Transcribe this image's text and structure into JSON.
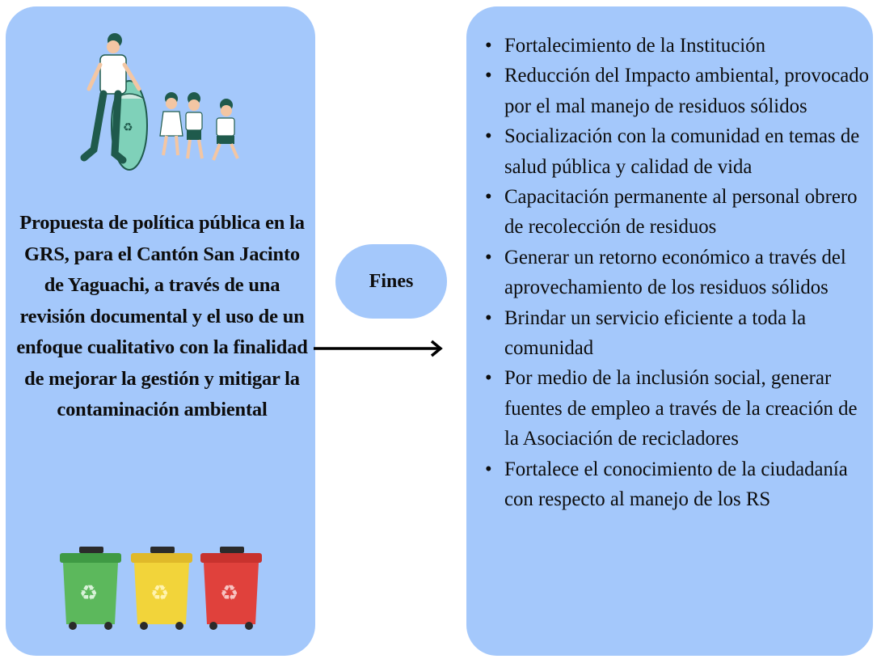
{
  "proposal": {
    "text": "Propuesta de política pública en la GRS, para el Cantón San Jacinto de Yaguachi, a través de una revisión documental y el uso de un enfoque cualitativo con la finalidad de mejorar la gestión y mitigar la contaminación ambiental"
  },
  "center": {
    "label": "Fines"
  },
  "fines": [
    "Fortalecimiento de la Institución",
    "Reducción del Impacto ambiental, provocado por el mal manejo de residuos sólidos",
    "Socialización con la comunidad en temas de salud pública y calidad de vida",
    "Capacitación permanente al personal obrero de recolección de residuos",
    "Generar un retorno económico a través del aprovechamiento de los residuos sólidos",
    "Brindar un servicio eficiente a toda la comunidad",
    "Por medio de la inclusión social, generar fuentes de empleo a través de la creación de la Asociación de recicladores",
    "Fortalece el conocimiento de la ciudadanía con respecto al manejo de los RS"
  ],
  "colors": {
    "panel": "#a4c8fb",
    "green_bin": "#5cb85c",
    "yellow_bin": "#f2d43a",
    "red_bin": "#e0413c",
    "dark_green": "#1f5a4c"
  },
  "icons": [
    "recycling-family-illustration",
    "recycle-bins-icon",
    "arrow-right-icon"
  ]
}
